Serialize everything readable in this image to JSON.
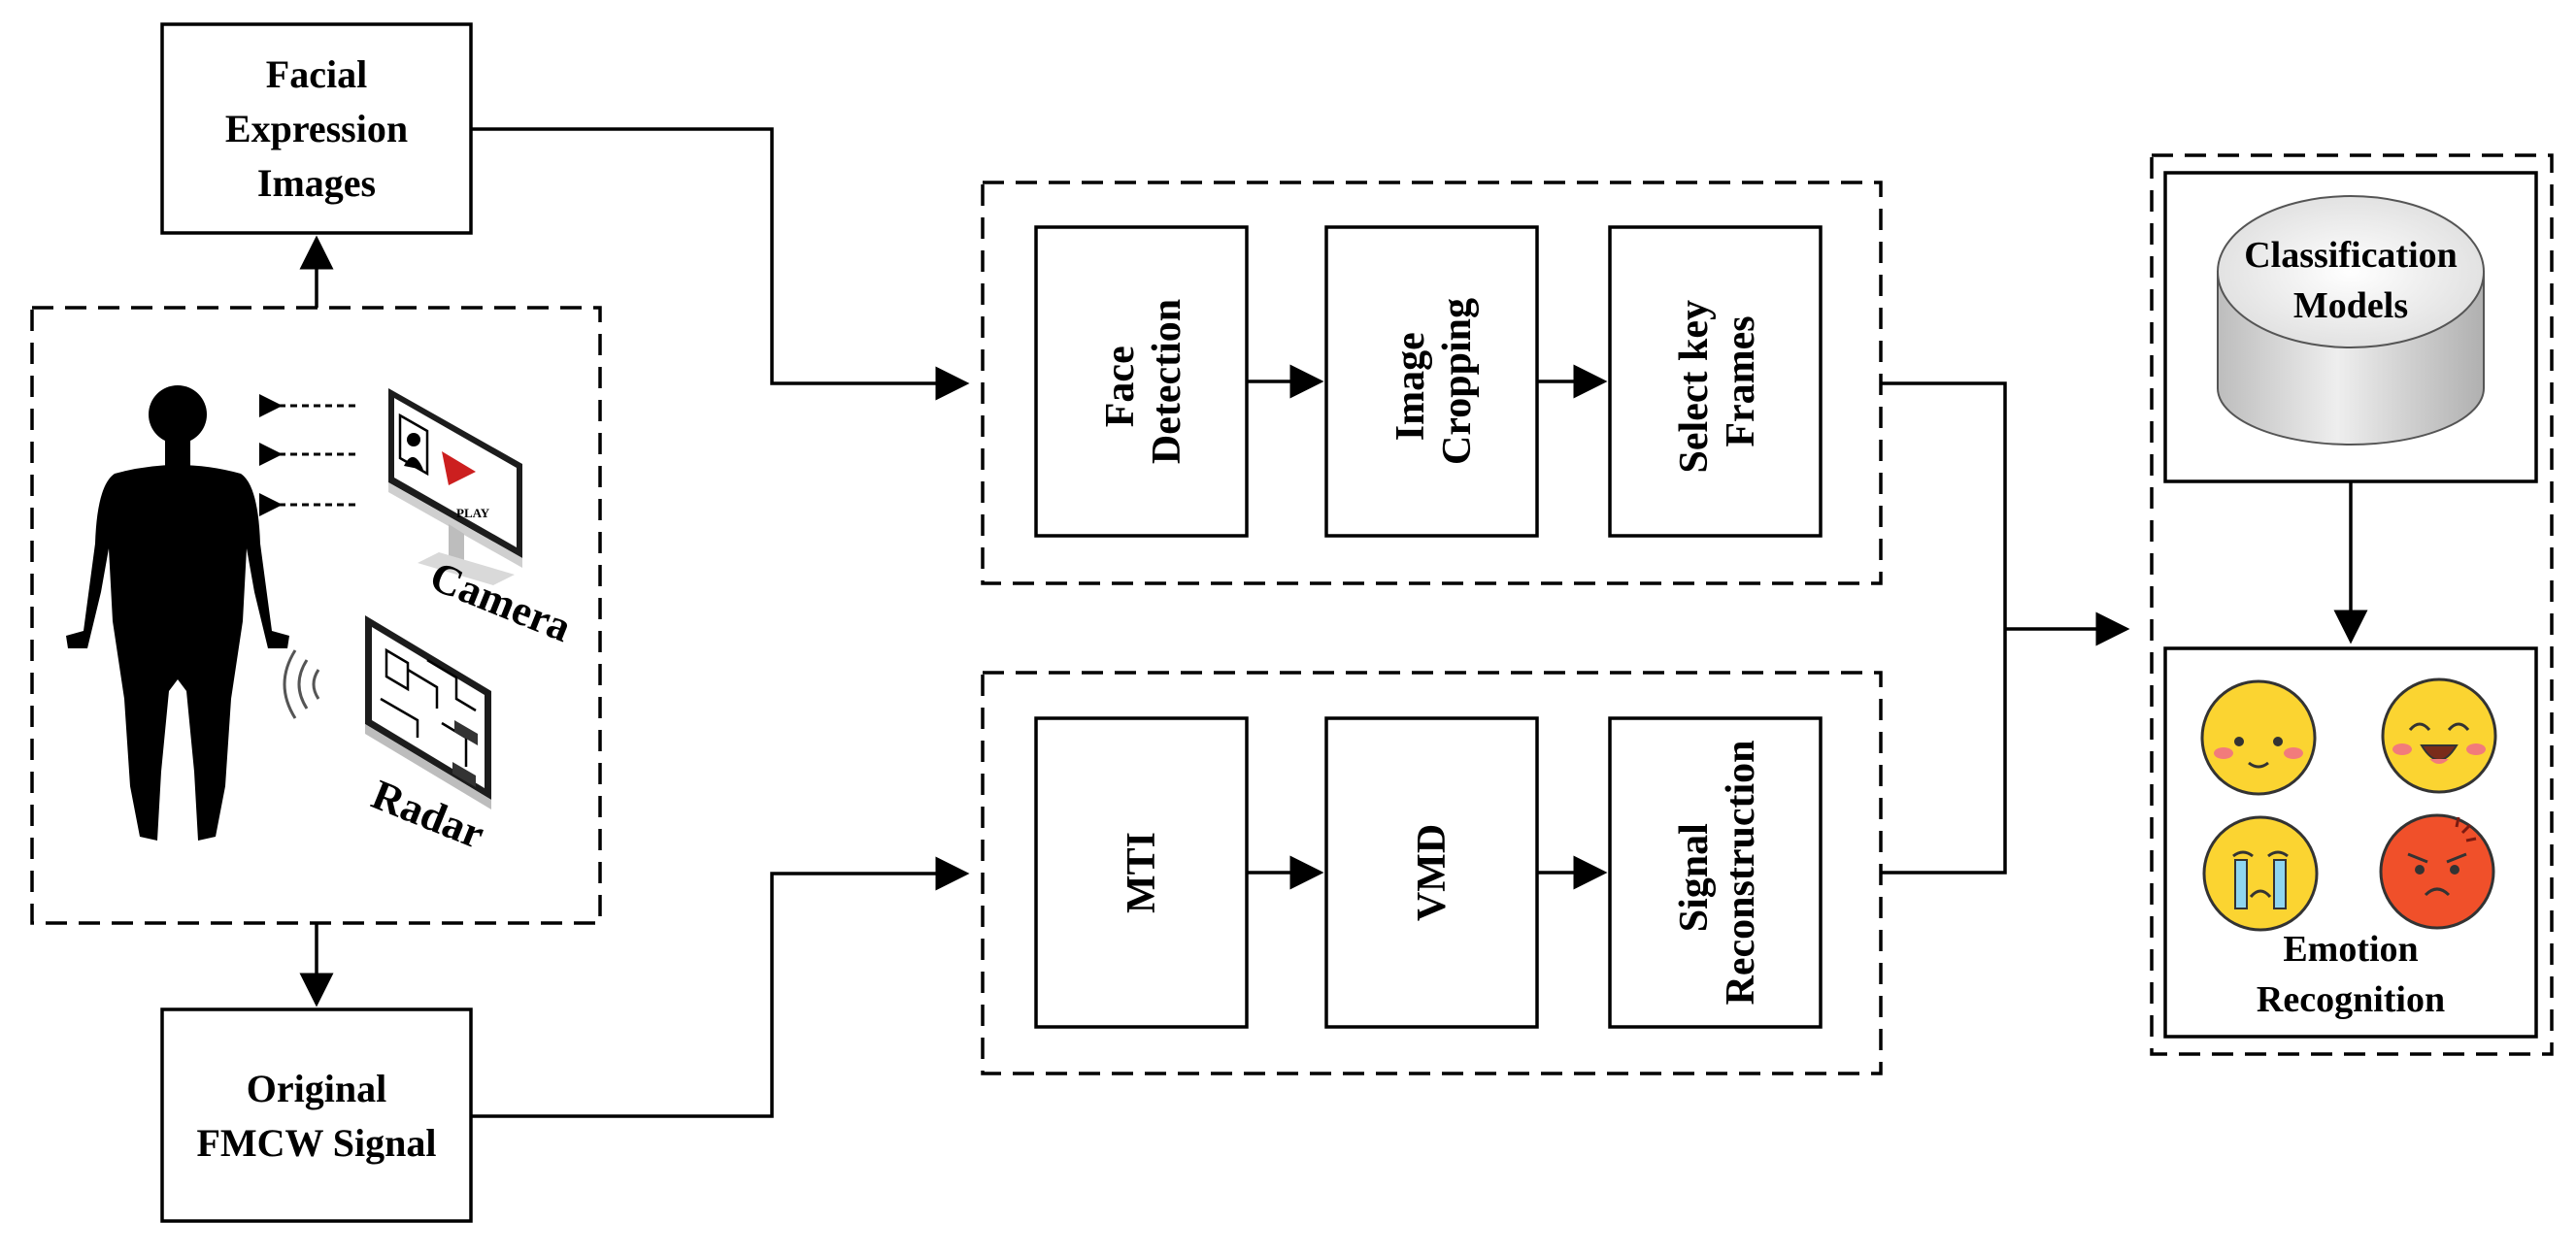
{
  "inputs": {
    "facial_images": [
      "Facial",
      "Expression",
      "Images"
    ],
    "fmcw_signal": [
      "Original",
      "FMCW Signal"
    ]
  },
  "sensors": {
    "camera_label": "Camera",
    "radar_label": "Radar",
    "monitor_play_text": "PLAY"
  },
  "video_pipeline": {
    "steps": [
      {
        "lines": [
          "Face",
          "Detection"
        ]
      },
      {
        "lines": [
          "Image",
          "Cropping"
        ]
      },
      {
        "lines": [
          "Select key",
          "Frames"
        ]
      }
    ]
  },
  "radar_pipeline": {
    "steps": [
      {
        "lines": [
          "MTI"
        ]
      },
      {
        "lines": [
          "VMD"
        ]
      },
      {
        "lines": [
          "Signal",
          "Reconstruction"
        ]
      }
    ]
  },
  "classifier": {
    "label": [
      "Classification",
      "Models"
    ],
    "emotion_label": [
      "Emotion",
      "Recognition"
    ],
    "emotions": [
      "calm-face-icon",
      "happy-face-icon",
      "crying-face-icon",
      "angry-face-icon"
    ]
  },
  "colors": {
    "emoji_yellow": "#fbd431",
    "emoji_angry": "#f0502a",
    "cheek_pink": "#f27b7b",
    "tears_blue": "#8fd6f0",
    "cylinder_gray": "#d9d9d9"
  }
}
